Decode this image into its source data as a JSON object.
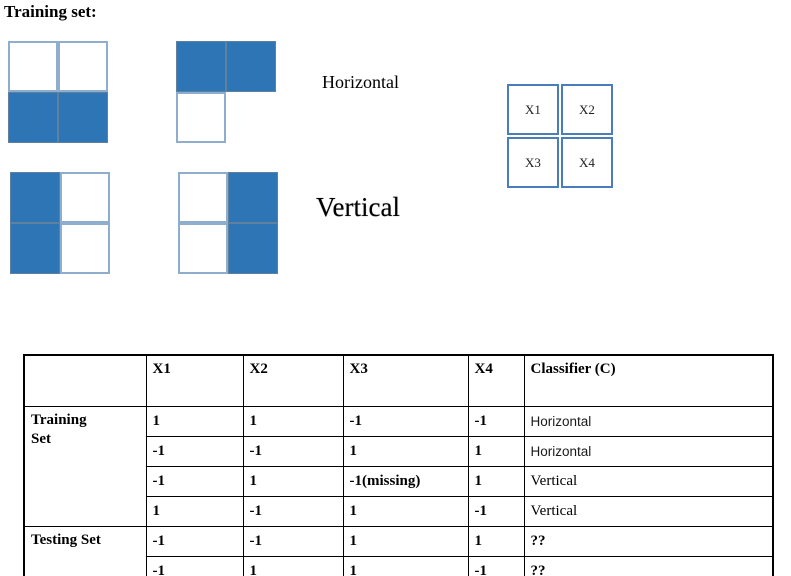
{
  "title": "Training set:",
  "colors": {
    "square_blue": "#2E75B6",
    "white_cell_border": "#8FAECE",
    "legend_border": "#4A7EBB",
    "table_border": "#000000"
  },
  "patterns": {
    "horizontal_label": "Horizontal",
    "vertical_label": "Vertical",
    "grid1": {
      "cells": [
        "white",
        "white",
        "blue",
        "blue"
      ]
    },
    "grid2": {
      "cells": [
        "blue",
        "blue",
        "white",
        "white"
      ]
    },
    "grid3": {
      "cells": [
        "blue",
        "white",
        "blue",
        "white"
      ]
    },
    "grid4": {
      "cells": [
        "white",
        "blue",
        "white",
        "blue"
      ]
    }
  },
  "legend_grid": {
    "cells": [
      "X1",
      "X2",
      "X3",
      "X4"
    ]
  },
  "table": {
    "headers": [
      "",
      "X1",
      "X2",
      "X3",
      "X4",
      "Classifier (C)"
    ],
    "groups": [
      {
        "label_lines": [
          "Training",
          "Set"
        ]
      },
      {
        "label_lines": [
          "Testing Set",
          ""
        ]
      }
    ],
    "rows": [
      {
        "cells": [
          "1",
          "1",
          "-1",
          "-1"
        ],
        "classifier": "Horizontal",
        "classifier_style": "sans"
      },
      {
        "cells": [
          "-1",
          "-1",
          "1",
          "1"
        ],
        "classifier": "Horizontal",
        "classifier_style": "sans"
      },
      {
        "cells": [
          "-1",
          "1",
          "-1(missing)",
          "1"
        ],
        "classifier": "Vertical",
        "classifier_style": "serif"
      },
      {
        "cells": [
          "1",
          "-1",
          "1",
          "-1"
        ],
        "classifier": "Vertical",
        "classifier_style": "serif"
      },
      {
        "cells": [
          "-1",
          "-1",
          "1",
          "1"
        ],
        "classifier": "??",
        "classifier_style": "bold"
      },
      {
        "cells": [
          "-1",
          "1",
          "1",
          "-1"
        ],
        "classifier": "??",
        "classifier_style": "bold"
      }
    ]
  }
}
